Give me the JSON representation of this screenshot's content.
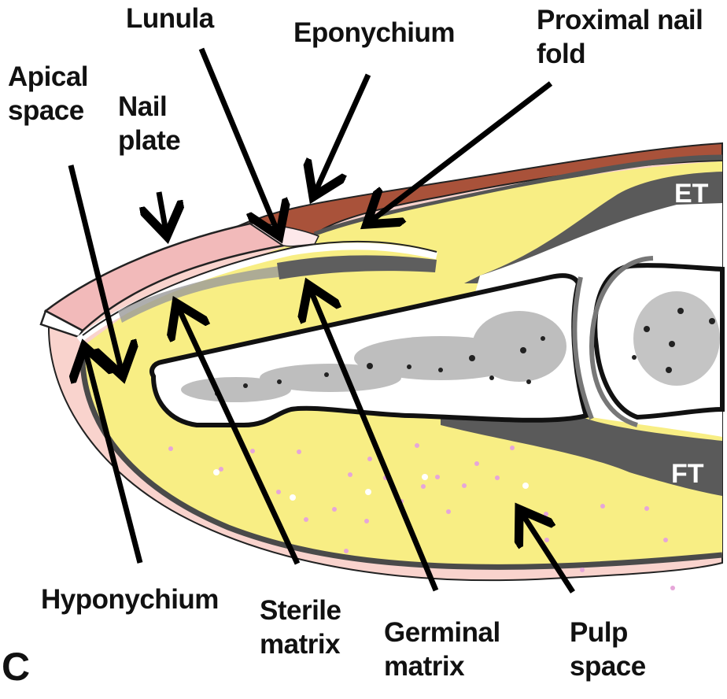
{
  "figure": {
    "panel_letter": "C",
    "subject": "Fingertip nail unit sagittal section"
  },
  "labels": {
    "lunula": "Lunula",
    "eponychium": "Eponychium",
    "proximal_nail_fold": "Proximal nail\nfold",
    "apical_space": "Apical\nspace",
    "nail_plate": "Nail\nplate",
    "hyponychium": "Hyponychium",
    "sterile_matrix": "Sterile\nmatrix",
    "germinal_matrix": "Germinal\nmatrix",
    "pulp_space": "Pulp\nspace",
    "extensor_tendon": "ET",
    "flexor_tendon": "FT"
  },
  "colors": {
    "pulp_yellow": "#f8ee84",
    "tendon_gray": "#5a5a5a",
    "nail_pink": "#f2baba",
    "skin_pink": "#f9d3cd",
    "eponychium_brown": "#a9523a",
    "lunula_white": "#fde8ea",
    "pulp_dots": "#e6a6d9",
    "arrow_black": "#000000"
  }
}
